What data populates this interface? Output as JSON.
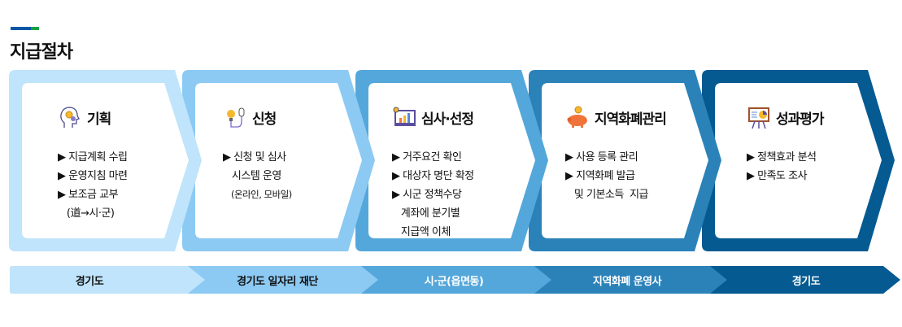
{
  "title": "지급절차",
  "colors": {
    "accent_blue": "#0a57a8",
    "accent_green": "#17a340",
    "stage1": "#bfe4fb",
    "stage2": "#8ccaf3",
    "stage3": "#54a7da",
    "stage4": "#2b82b9",
    "stage5": "#045a91"
  },
  "stages": [
    {
      "title": "기획",
      "icon": "head-gear-icon",
      "items": [
        "▶ 지급계획 수립",
        "▶ 운영지침 마련",
        "▶ 보조금 교부",
        "   (道→시·군)"
      ],
      "note": ""
    },
    {
      "title": "신청",
      "icon": "lightbulb-mouse-icon",
      "items": [
        "▶ 신청 및 심사",
        "   시스템 운영"
      ],
      "note": "(온라인, 모바일)"
    },
    {
      "title": "심사·선정",
      "icon": "chart-monitor-icon",
      "items": [
        "▶ 거주요건 확인",
        "▶ 대상자 명단 확정",
        "▶ 시군 정책수당",
        "   계좌에 분기별",
        "   지급액 이체"
      ],
      "note": ""
    },
    {
      "title": "지역화폐관리",
      "icon": "piggy-bank-icon",
      "items": [
        "▶ 사용 등록 관리",
        "▶ 지역화폐 발급",
        "   및 기본소득  지급"
      ],
      "note": ""
    },
    {
      "title": "성과평가",
      "icon": "presentation-board-icon",
      "items": [
        "▶ 정책효과 분석",
        "▶ 만족도 조사"
      ],
      "note": ""
    }
  ],
  "agencies": [
    "경기도",
    "경기도 일자리 재단",
    "시·군(읍면동)",
    "지역화폐 운영사",
    "경기도"
  ]
}
